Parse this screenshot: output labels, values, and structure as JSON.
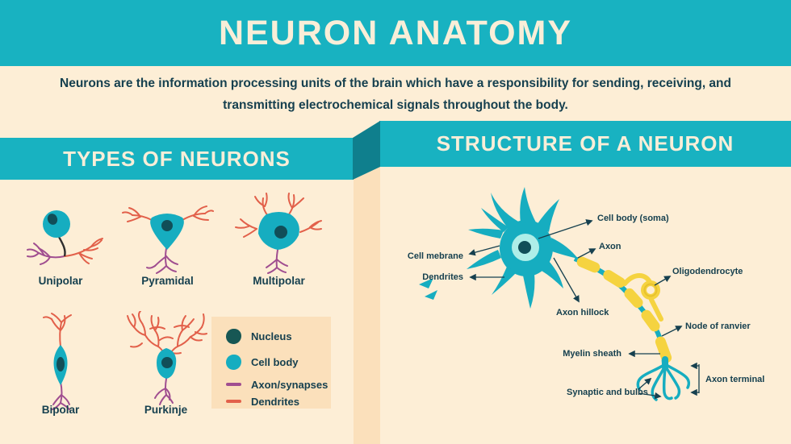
{
  "colors": {
    "teal": "#18b2c1",
    "teal-dark": "#0f7f8d",
    "cream": "#fdeed6",
    "peach": "#fbe0bb",
    "cream-text": "#f9eed8",
    "ink": "#16404f",
    "cell": "#16adc0",
    "nucleus": "#175754",
    "nucleus-dark": "#114e58",
    "nucleus-light": "#aeeee8",
    "purple": "#a04e90",
    "orange": "#e2604a",
    "yellow": "#f5d340"
  },
  "header": {
    "title": "NEURON ANATOMY"
  },
  "intro": {
    "text": "Neurons are the information processing units of the brain which have a responsibility for sending, receiving, and transmitting electrochemical signals throughout the body."
  },
  "types": {
    "title": "TYPES OF NEURONS",
    "items": [
      {
        "name": "Unipolar"
      },
      {
        "name": "Pyramidal"
      },
      {
        "name": "Multipolar"
      },
      {
        "name": "Bipolar"
      },
      {
        "name": "Purkinje"
      }
    ]
  },
  "legend": {
    "items": [
      {
        "label": "Nucleus",
        "swatch": "circle",
        "color": "#175754"
      },
      {
        "label": "Cell body",
        "swatch": "circle",
        "color": "#16adc0"
      },
      {
        "label": "Axon/synapses",
        "swatch": "line",
        "color": "#a04e90"
      },
      {
        "label": "Dendrites",
        "swatch": "line",
        "color": "#e2604a"
      }
    ]
  },
  "structure": {
    "title": "STRUCTURE OF A NEURON",
    "labels": [
      {
        "id": "cell-body-soma",
        "text": "Cell body (soma)"
      },
      {
        "id": "axon",
        "text": "Axon"
      },
      {
        "id": "cell-mebrane",
        "text": "Cell mebrane"
      },
      {
        "id": "dendrites",
        "text": "Dendrites"
      },
      {
        "id": "oligodendrocyte",
        "text": "Oligodendrocyte"
      },
      {
        "id": "axon-hillock",
        "text": "Axon hillock"
      },
      {
        "id": "node-of-ranvier",
        "text": "Node of ranvier"
      },
      {
        "id": "myelin-sheath",
        "text": "Myelin sheath"
      },
      {
        "id": "axon-terminal",
        "text": "Axon terminal"
      },
      {
        "id": "synaptic-and-bulbs",
        "text": "Synaptic and bulbs"
      }
    ]
  }
}
